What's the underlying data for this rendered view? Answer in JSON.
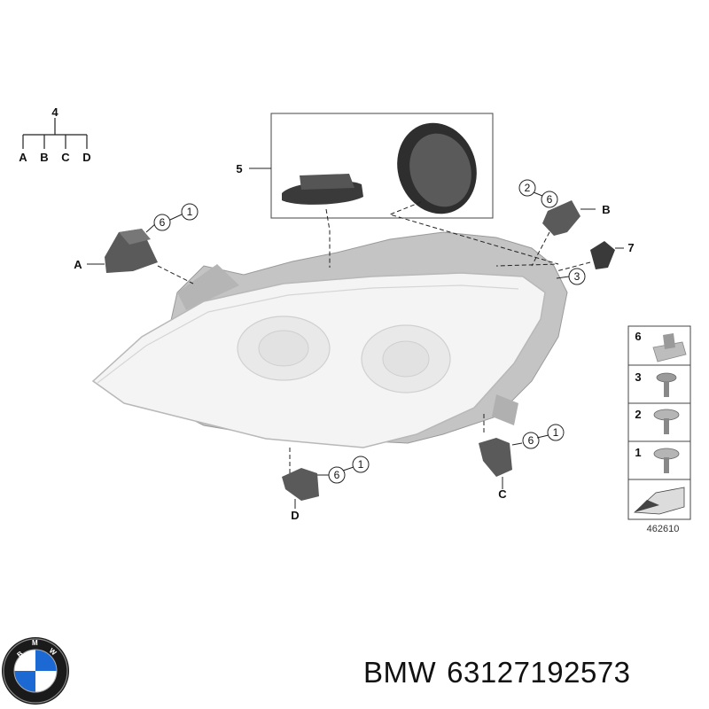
{
  "tree": {
    "root": "4",
    "leaves": [
      "A",
      "B",
      "C",
      "D"
    ]
  },
  "kit_label": "5",
  "parts": {
    "A": {
      "letter": "A",
      "refs": [
        "6",
        "1"
      ]
    },
    "B": {
      "letter": "B",
      "refs": [
        "2",
        "6"
      ]
    },
    "C": {
      "letter": "C",
      "refs": [
        "6",
        "1"
      ]
    },
    "D": {
      "letter": "D",
      "refs": [
        "6",
        "1"
      ]
    },
    "seven": "7",
    "three": "3"
  },
  "legend": {
    "rows": [
      "6",
      "3",
      "2",
      "1"
    ]
  },
  "diagram_number": "462610",
  "caption": {
    "brand": "BMW",
    "part_number": "63127192573"
  },
  "colors": {
    "housing": "#c4c4c4",
    "bracket": "#5a5a5a",
    "lens": "#f4f4f4",
    "line": "#222222"
  }
}
